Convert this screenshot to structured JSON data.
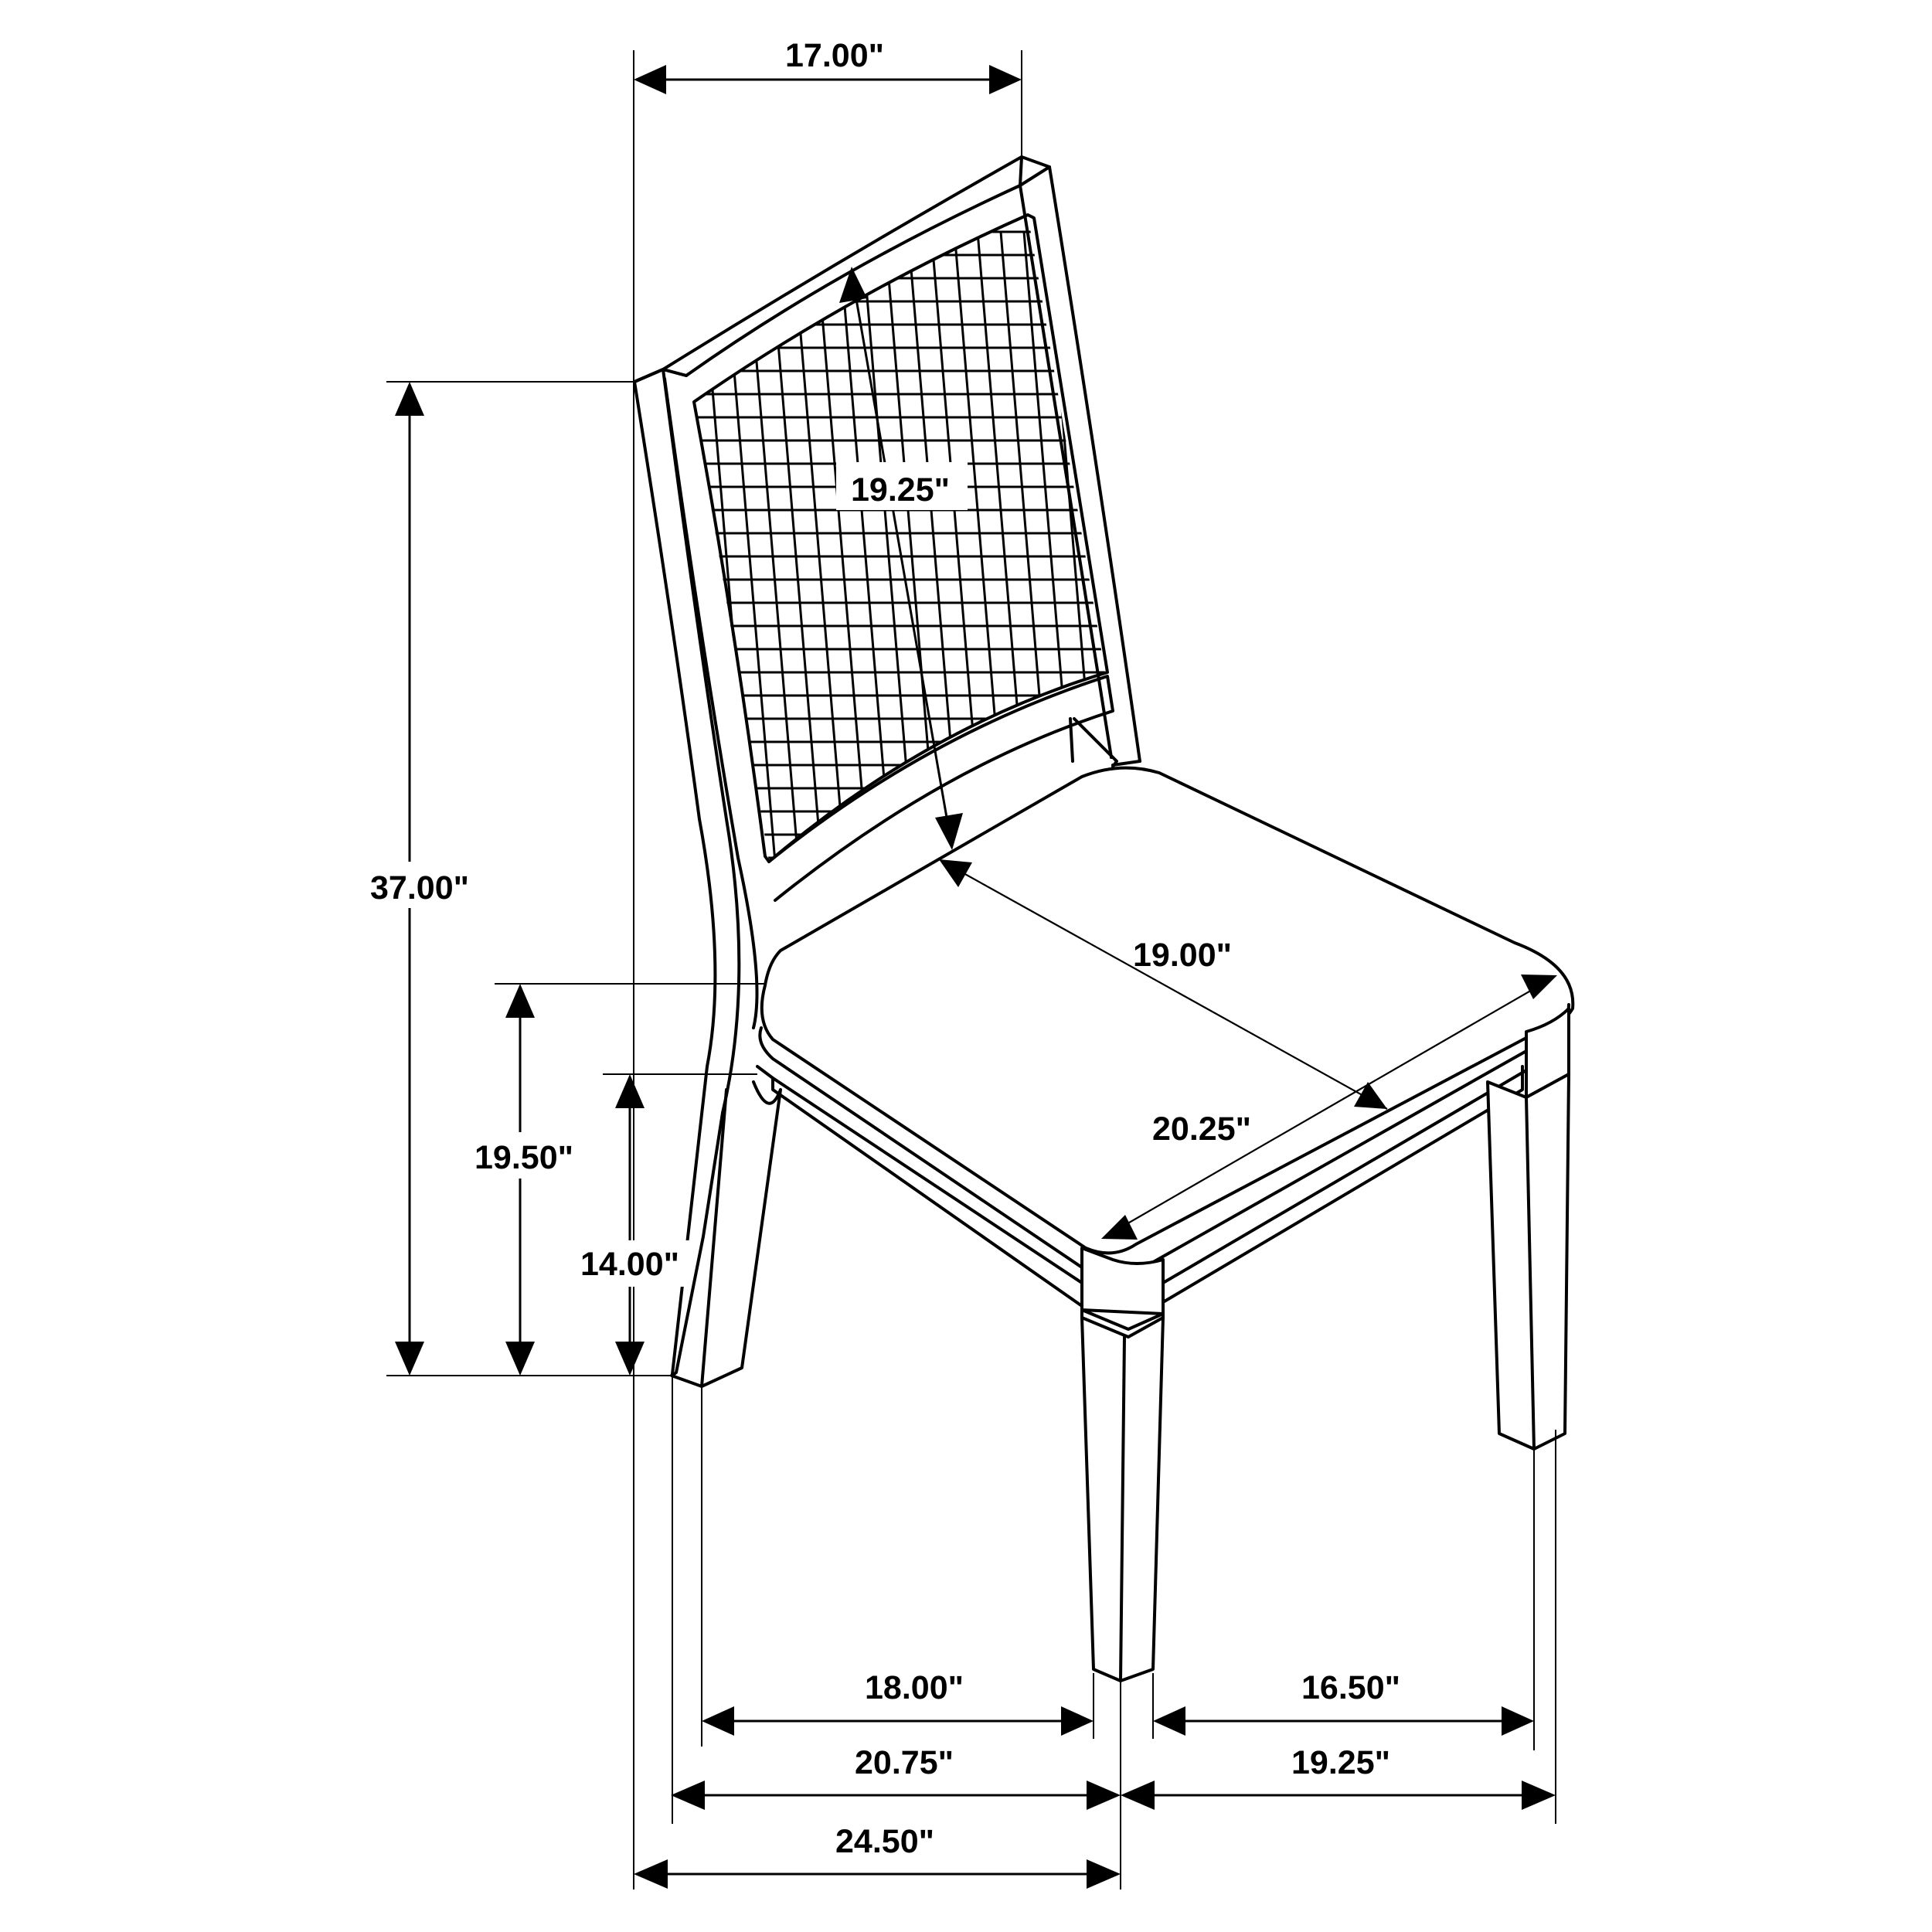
{
  "diagram": {
    "subject": "Dining side chair with cane back — dimension drawing",
    "units": "inches",
    "line_color": "#000000",
    "background_color": "#ffffff"
  },
  "dimensions": {
    "back_width": {
      "label": "17.00\"",
      "value": 17.0,
      "orientation": "horizontal",
      "position": "top"
    },
    "back_panel_height": {
      "label": "19.25\"",
      "value": 19.25,
      "orientation": "diagonal",
      "position": "cane back panel"
    },
    "overall_height": {
      "label": "37.00\"",
      "value": 37.0,
      "orientation": "vertical",
      "position": "left outer"
    },
    "seat_height": {
      "label": "19.50\"",
      "value": 19.5,
      "orientation": "vertical",
      "position": "left middle"
    },
    "apron_height": {
      "label": "14.00\"",
      "value": 14.0,
      "orientation": "vertical",
      "position": "left inner"
    },
    "seat_depth": {
      "label": "19.00\"",
      "value": 19.0,
      "orientation": "diagonal",
      "position": "seat top"
    },
    "seat_width": {
      "label": "20.25\"",
      "value": 20.25,
      "orientation": "diagonal",
      "position": "seat front"
    },
    "leg_span_side": {
      "label": "18.00\"",
      "value": 18.0,
      "orientation": "horizontal",
      "position": "bottom row 1 left"
    },
    "leg_span_front": {
      "label": "16.50\"",
      "value": 16.5,
      "orientation": "horizontal",
      "position": "bottom row 1 right"
    },
    "overall_depth_inner": {
      "label": "20.75\"",
      "value": 20.75,
      "orientation": "horizontal",
      "position": "bottom row 2 left"
    },
    "overall_width": {
      "label": "19.25\"",
      "value": 19.25,
      "orientation": "horizontal",
      "position": "bottom row 2 right"
    },
    "overall_depth": {
      "label": "24.50\"",
      "value": 24.5,
      "orientation": "horizontal",
      "position": "bottom row 3"
    }
  }
}
